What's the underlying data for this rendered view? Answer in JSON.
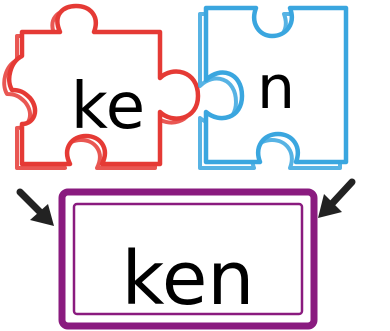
{
  "pieces": {
    "left": {
      "text": "ke",
      "color": "#e53a35"
    },
    "right": {
      "text": "n",
      "color": "#3aa6df"
    }
  },
  "result": {
    "text": "ken",
    "color": "#8a1b7f"
  },
  "arrow_color": "#222222"
}
